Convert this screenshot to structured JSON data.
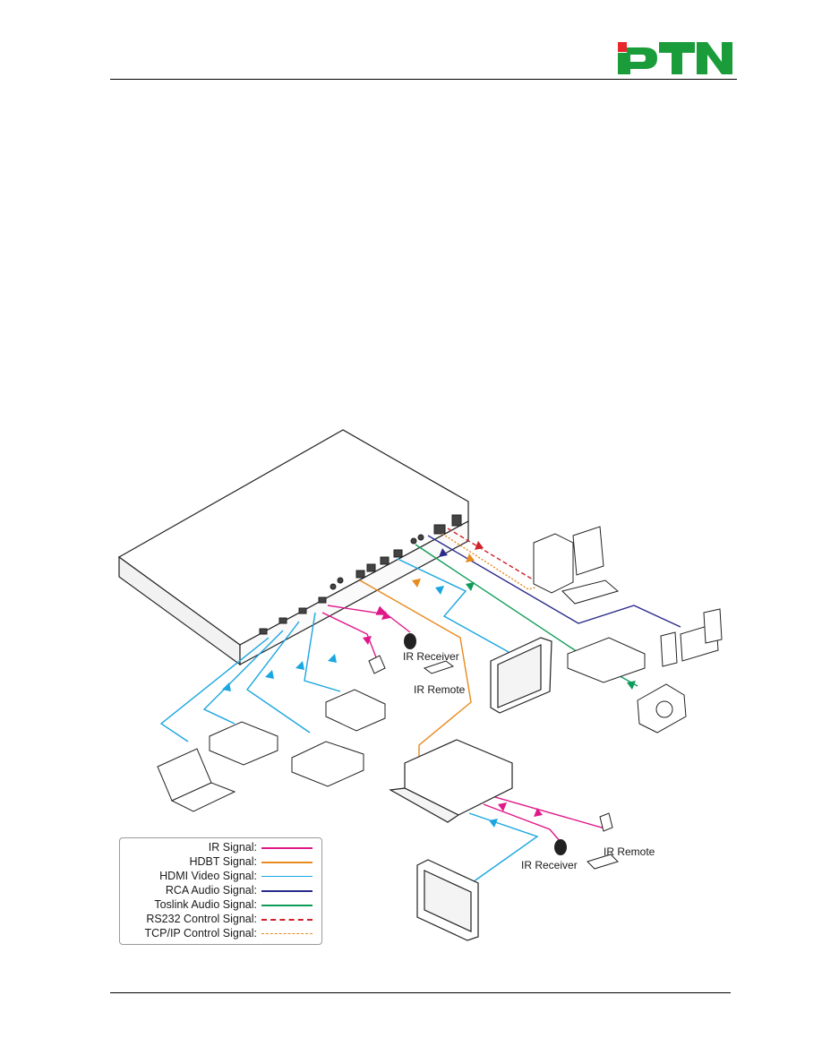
{
  "header": {
    "logo_text": "PTN",
    "logo_colors": {
      "red": "#e8262c",
      "green": "#1a9c3a"
    }
  },
  "diagram": {
    "labels": {
      "ir_receiver_top": "IR Receiver",
      "ir_remote_top": "IR Remote",
      "ir_receiver_bottom": "IR Receiver",
      "ir_remote_bottom": "IR Remote"
    }
  },
  "legend": {
    "items": [
      {
        "label": "IR  Signal:",
        "color": "#e0198a",
        "style": "solid"
      },
      {
        "label": "HDBT  Signal:",
        "color": "#e88a1e",
        "style": "solid"
      },
      {
        "label": "HDMI Video Signal:",
        "color": "#1aa6e0",
        "style": "solid"
      },
      {
        "label": "RCA Audio Signal:",
        "color": "#2a2a8c",
        "style": "solid"
      },
      {
        "label": "Toslink Audio Signal:",
        "color": "#0e9c5a",
        "style": "solid"
      },
      {
        "label": "RS232 Control  Signal:",
        "color": "#d0202a",
        "style": "dashed"
      },
      {
        "label": "TCP/IP Control  Signal:",
        "color": "#e88a1e",
        "style": "dotted"
      }
    ]
  }
}
